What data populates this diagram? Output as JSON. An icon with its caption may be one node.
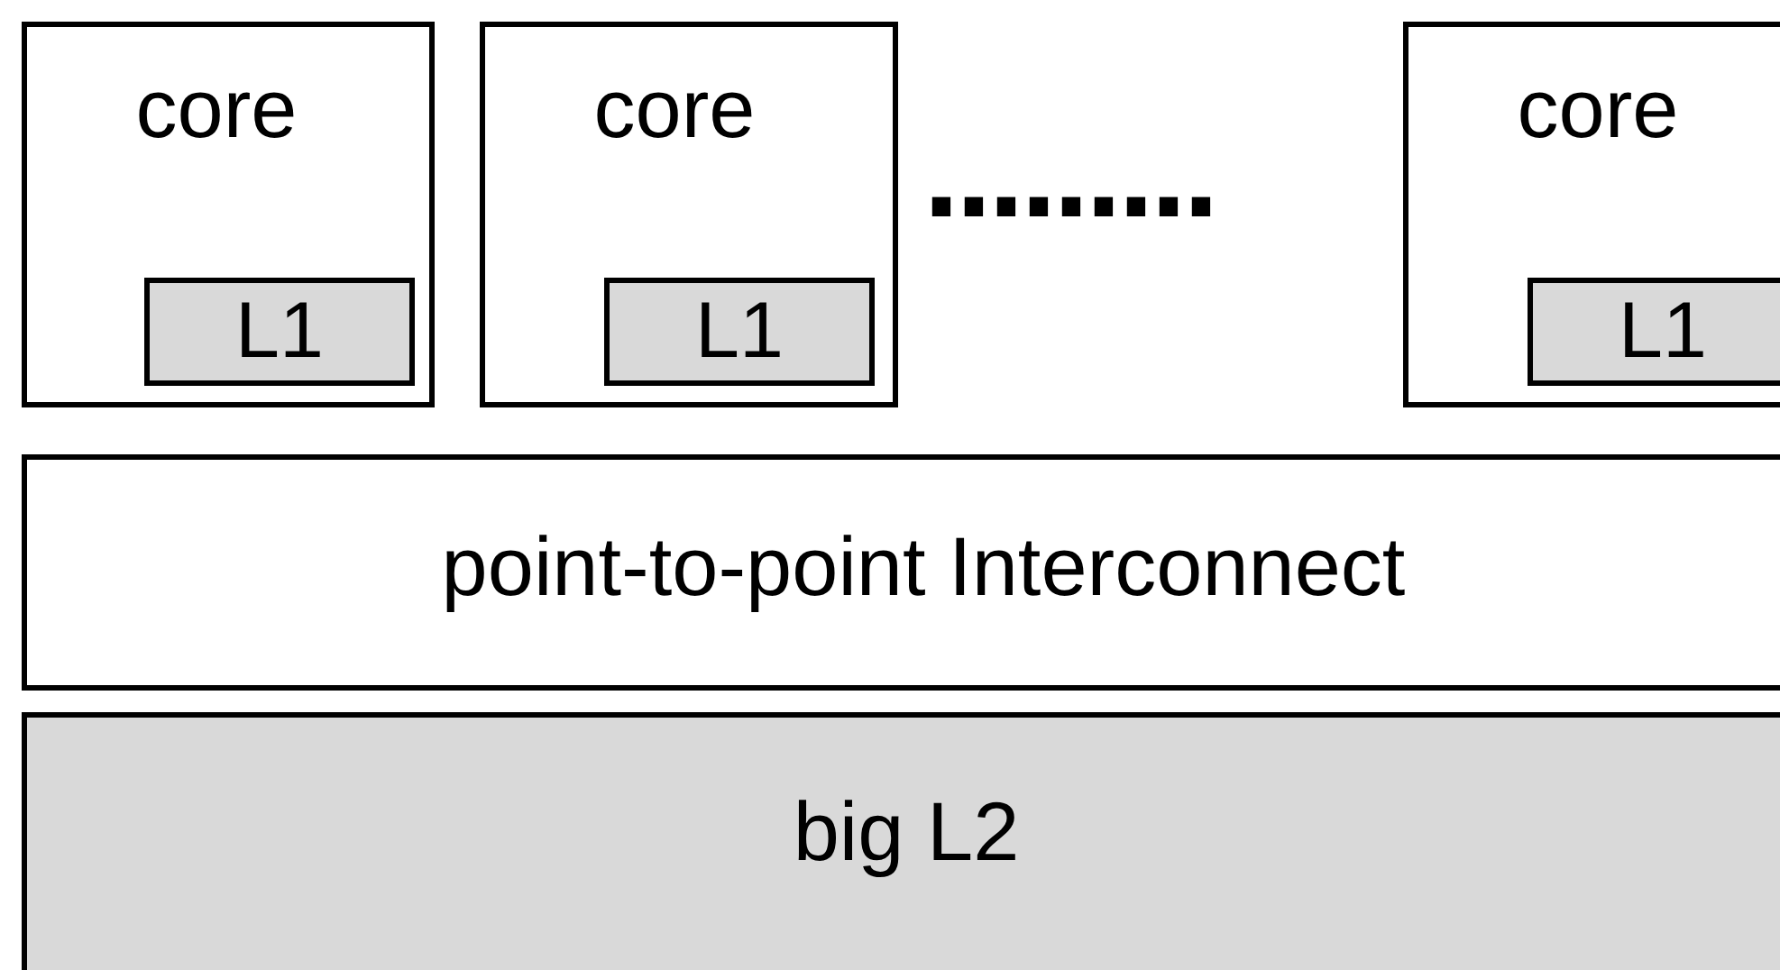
{
  "diagram": {
    "nodes": [
      {
        "text": [
          "core"
        ]
      },
      {
        "text": [
          "L1"
        ],
        "in": 0
      },
      {
        "text": [
          "core"
        ]
      },
      {
        "text": [
          "L1"
        ],
        "in": 2
      },
      {
        "text": [
          "core"
        ]
      },
      {
        "text": [
          "L1"
        ],
        "in": 4
      },
      {
        "text": [
          "point-to-point Interconnect"
        ]
      },
      {
        "text": [
          "big L2"
        ]
      }
    ],
    "labels": [
      "........."
    ]
  }
}
